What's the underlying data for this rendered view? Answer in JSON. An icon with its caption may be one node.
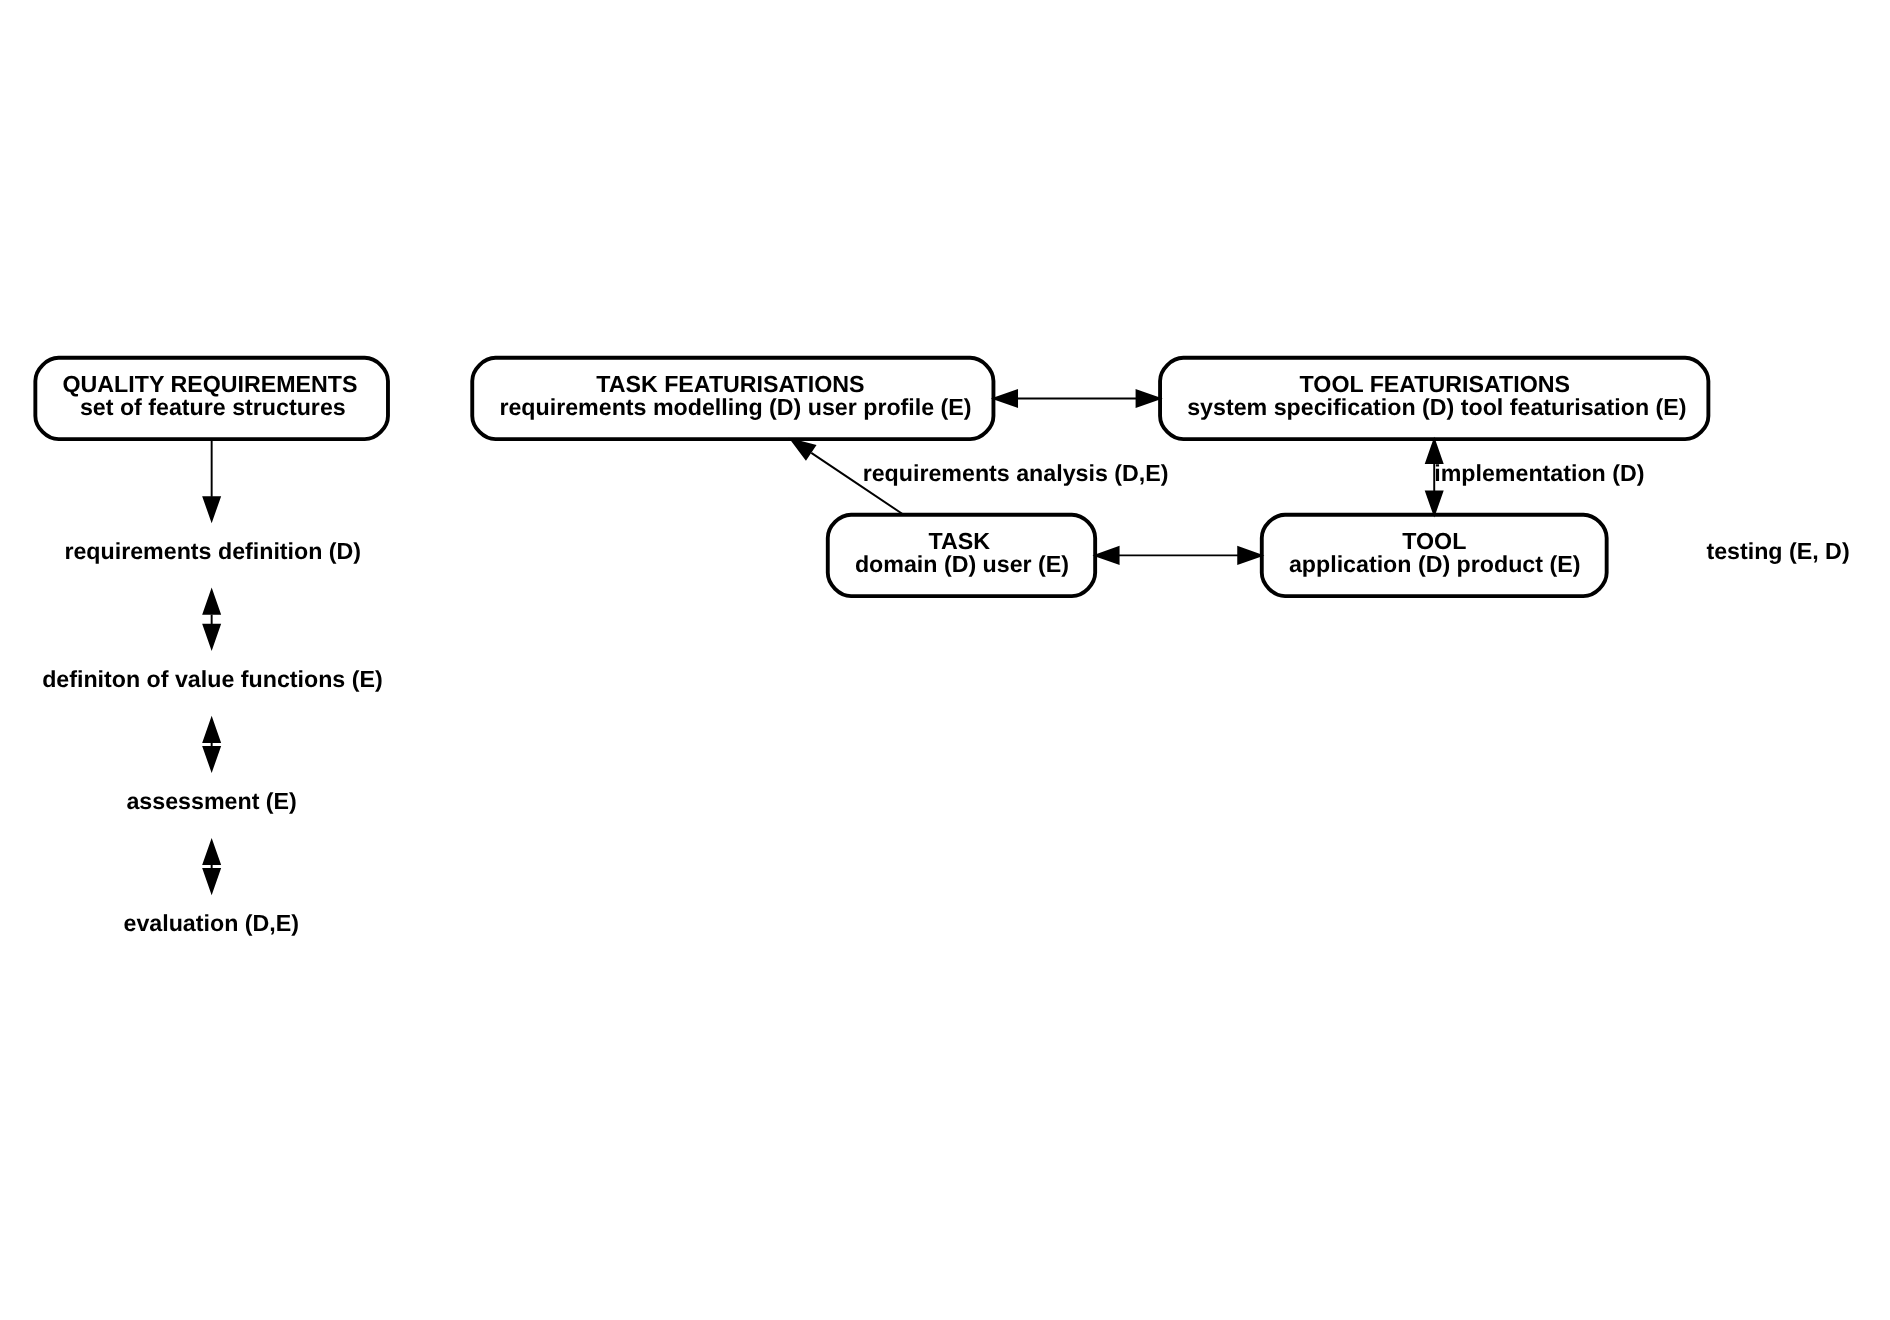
{
  "diagram": {
    "nodes": [
      {
        "text": [
          "QUALITY REQUIREMENTS",
          "set of feature structures"
        ]
      },
      {
        "text": [
          "TASK FEATURISATIONS",
          "requirements modelling (D) user profile (E)"
        ]
      },
      {
        "text": [
          "TOOL FEATURISATIONS",
          "system specification (D) tool featurisation (E)"
        ]
      },
      {
        "text": [
          "TASK",
          "domain (D) user (E)"
        ]
      },
      {
        "text": [
          "TOOL",
          "application (D) product (E)"
        ]
      },
      {
        "text": [
          "requirements definition (D)"
        ]
      },
      {
        "text": [
          "definiton of value functions (E)"
        ]
      },
      {
        "text": [
          "assessment (E)"
        ]
      },
      {
        "text": [
          "evaluation (D,E)"
        ]
      }
    ],
    "edges": [
      {
        "from": 0,
        "to": 5,
        "arrow": "to"
      },
      {
        "from": 1,
        "to": 2,
        "arrow": "both"
      },
      {
        "from": 5,
        "to": 6,
        "arrow": "both"
      },
      {
        "from": 6,
        "to": 7,
        "arrow": "both"
      },
      {
        "from": 3,
        "to": 1,
        "arrow": "to",
        "label": "requirements analysis (D,E)"
      },
      {
        "from": 2,
        "to": 4,
        "arrow": "both",
        "label": "implementation (D)"
      },
      {
        "from": 3,
        "to": 4,
        "arrow": "both"
      },
      {
        "from": 7,
        "to": 8,
        "arrow": "both"
      }
    ],
    "labels": [
      "testing (E, D)"
    ]
  }
}
